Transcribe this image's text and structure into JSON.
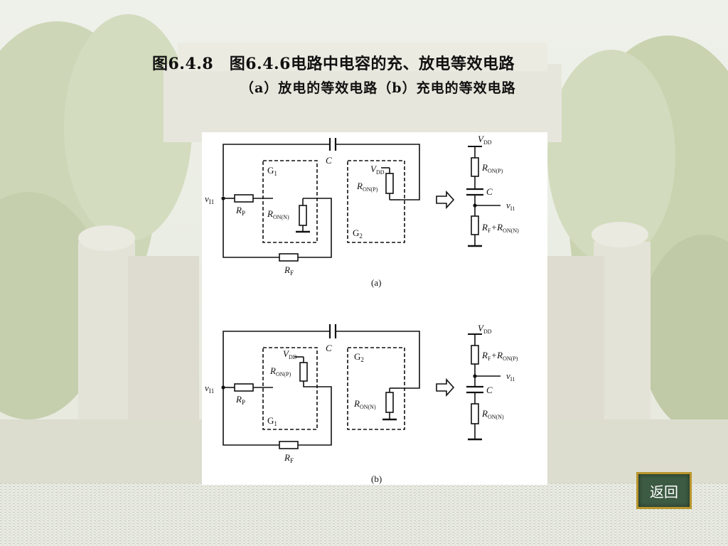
{
  "title": {
    "line1": "图6.4.8　图6.4.6电路中电容的充、放电等效电路",
    "line2": "（a）放电的等效电路（b）充电的等效电路"
  },
  "back_button": {
    "label": "返回"
  },
  "diagram_a": {
    "caption": "(a)",
    "input_label": "v",
    "input_sub": "I1",
    "rp": "R",
    "rp_sub": "P",
    "rf": "R",
    "rf_sub": "F",
    "c": "C",
    "g1": "G",
    "g1_sub": "1",
    "g2": "G",
    "g2_sub": "2",
    "ron_n": "R",
    "ron_n_sub": "ON(N)",
    "ron_p": "R",
    "ron_p_sub": "ON(P)",
    "vdd": "V",
    "vdd_sub": "DD",
    "eq_vdd": "V",
    "eq_vdd_sub": "DD",
    "eq_top": "R",
    "eq_top_sub": "ON(P)",
    "eq_c": "C",
    "eq_out": "v",
    "eq_out_sub": "I1",
    "eq_bottom": "R",
    "eq_bottom_sub1": "F",
    "eq_bottom_plus": "+R",
    "eq_bottom_sub2": "ON(N)"
  },
  "diagram_b": {
    "caption": "(b)",
    "input_label": "v",
    "input_sub": "I1",
    "rp": "R",
    "rp_sub": "P",
    "rf": "R",
    "rf_sub": "F",
    "c": "C",
    "g1": "G",
    "g1_sub": "1",
    "g2": "G",
    "g2_sub": "2",
    "ron_n": "R",
    "ron_n_sub": "ON(N)",
    "ron_p": "R",
    "ron_p_sub": "ON(P)",
    "vdd": "V",
    "vdd_sub": "DD",
    "eq_vdd": "V",
    "eq_vdd_sub": "DD",
    "eq_top": "R",
    "eq_top_sub1": "F",
    "eq_top_plus": "+R",
    "eq_top_sub2": "ON(P)",
    "eq_c": "C",
    "eq_out": "v",
    "eq_out_sub": "I1",
    "eq_bottom": "R",
    "eq_bottom_sub": "ON(N)"
  }
}
